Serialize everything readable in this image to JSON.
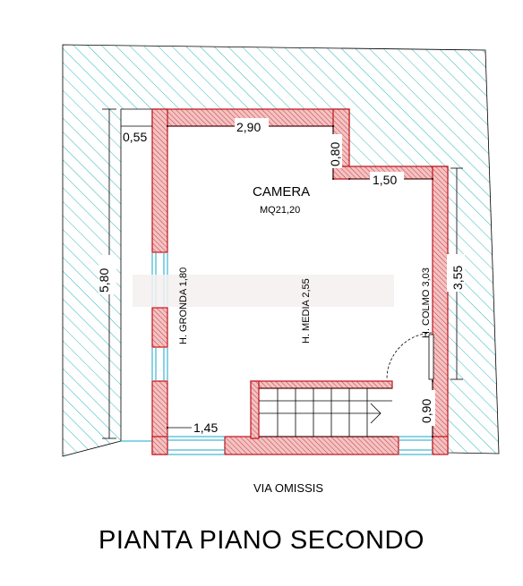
{
  "room": {
    "name": "CAMERA",
    "area": "MQ21,20"
  },
  "dimensions": {
    "top_width": "2,90",
    "top_left_offset": "0,55",
    "step_depth": "0,80",
    "right_top_width": "1,50",
    "left_height": "5,80",
    "right_height": "3,55",
    "bottom_left": "1,45",
    "door_width": "0,90"
  },
  "heights": {
    "gronda": "H. GRONDA 1,80",
    "media": "H. MEDIA 2,55",
    "colmo": "H. COLMO 3,03"
  },
  "street": "VIA OMISSIS",
  "title": "PIANTA PIANO SECONDO",
  "colors": {
    "hatch": "#2fb8b8",
    "wall_fill": "#f0b4b4",
    "wall_stroke": "#c0131b",
    "window": "#1aa7c9"
  }
}
